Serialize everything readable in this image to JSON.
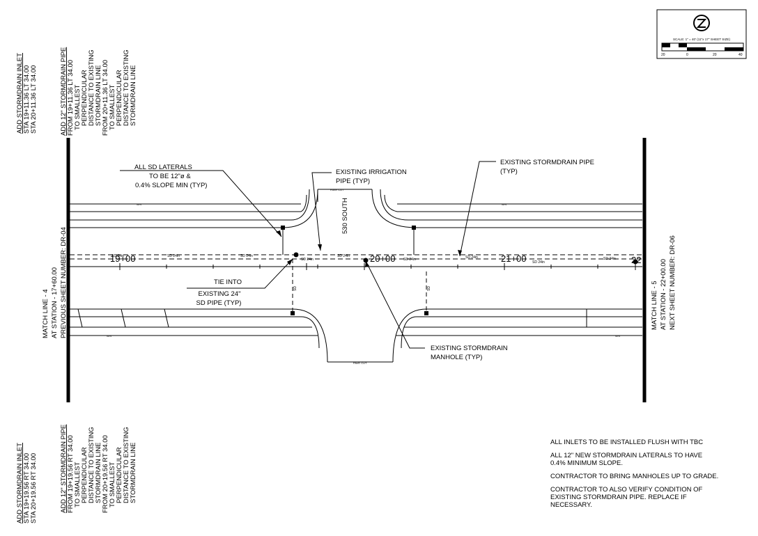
{
  "labels": {
    "sd_laterals": [
      "ALL SD LATERALS",
      "TO BE 12\"ø &",
      "0.4% SLOPE MIN (TYP)"
    ],
    "irrigation": [
      "EXISTING IRRIGATION",
      "PIPE (TYP)"
    ],
    "stormdrain_pipe": [
      "EXISTING STORMDRAIN PIPE",
      "(TYP)"
    ],
    "tie_into": [
      "TIE INTO",
      "EXISTING 24\"",
      "SD PIPE (TYP)"
    ],
    "manhole": [
      "EXISTING STORMDRAIN",
      "MANHOLE (TYP)"
    ],
    "street": "530 SOUTH",
    "pave_cut": "PAVE CUT",
    "sd": "SD",
    "sd_24in": "SD 24in",
    "wv": "W/V",
    "stations": [
      "19+00",
      "20+00",
      "21+00",
      "22"
    ]
  },
  "match_left": [
    "MATCH LINE - 4",
    "AT STATION - 17+60.00",
    "PREVIOUS SHEET NUMBER: DR-04"
  ],
  "match_right": [
    "MATCH LINE - 5",
    "AT STATION - 22+00.00",
    "NEXT SHEET NUMBER: DR-06"
  ],
  "top_inlet": [
    "ADD STORMDRAIN INLET",
    "STA 19+11.36 LT 34.00",
    "STA 20+11.36 LT 34.00"
  ],
  "top_pipe": [
    "ADD 12\" STORMDRAIN PIPE",
    "FROM 19+11.36 LT 34.00",
    "TO SMALLEST",
    "PERPENDICULAR",
    "DISTANCE TO EXISTING",
    "STORMDRAIN LINE",
    "FROM 20+11.36 LT 34.00",
    "TO SMALLEST",
    "PERPENDICULAR",
    "DISTANCE TO EXISTING",
    "STORMDRAIN LINE"
  ],
  "bottom_inlet": [
    "ADD STORMDRAIN INLET",
    "STA 19+19.56 RT 34.00",
    "STA 20+19.56 RT 34.00"
  ],
  "bottom_pipe": [
    "ADD 12\" STORMDRAIN PIPE",
    "FROM 19+19.56 RT 34.00",
    "TO SMALLEST",
    "PERPENDICULAR",
    "DISTANCE TO EXISTING",
    "STORMDRAIN LINE",
    "FROM 20+19.56 RT 34.00",
    "TO SMALLEST",
    "PERPENDICULAR",
    "DISTANCE TO EXISTING",
    "STORMDRAIN LINE"
  ],
  "scale": {
    "text": "SCALE: 1\" = 40' (11\"x 17\" SHEET SIZE)",
    "ticks": [
      "20",
      "0",
      "20",
      "40"
    ]
  },
  "north_letter": "N",
  "notes": [
    "ALL INLETS TO BE INSTALLED FLUSH WITH TBC",
    "ALL 12\" NEW STORMDRAIN LATERALS TO HAVE\n0.4% MINIMUM SLOPE.",
    "CONTRACTOR TO BRING MANHOLES UP TO GRADE.",
    "CONTRACTOR TO ALSO VERIFY  CONDITION OF\nEXISTING STORMDRAIN PIPE. REPLACE IF\nNECESSARY."
  ]
}
